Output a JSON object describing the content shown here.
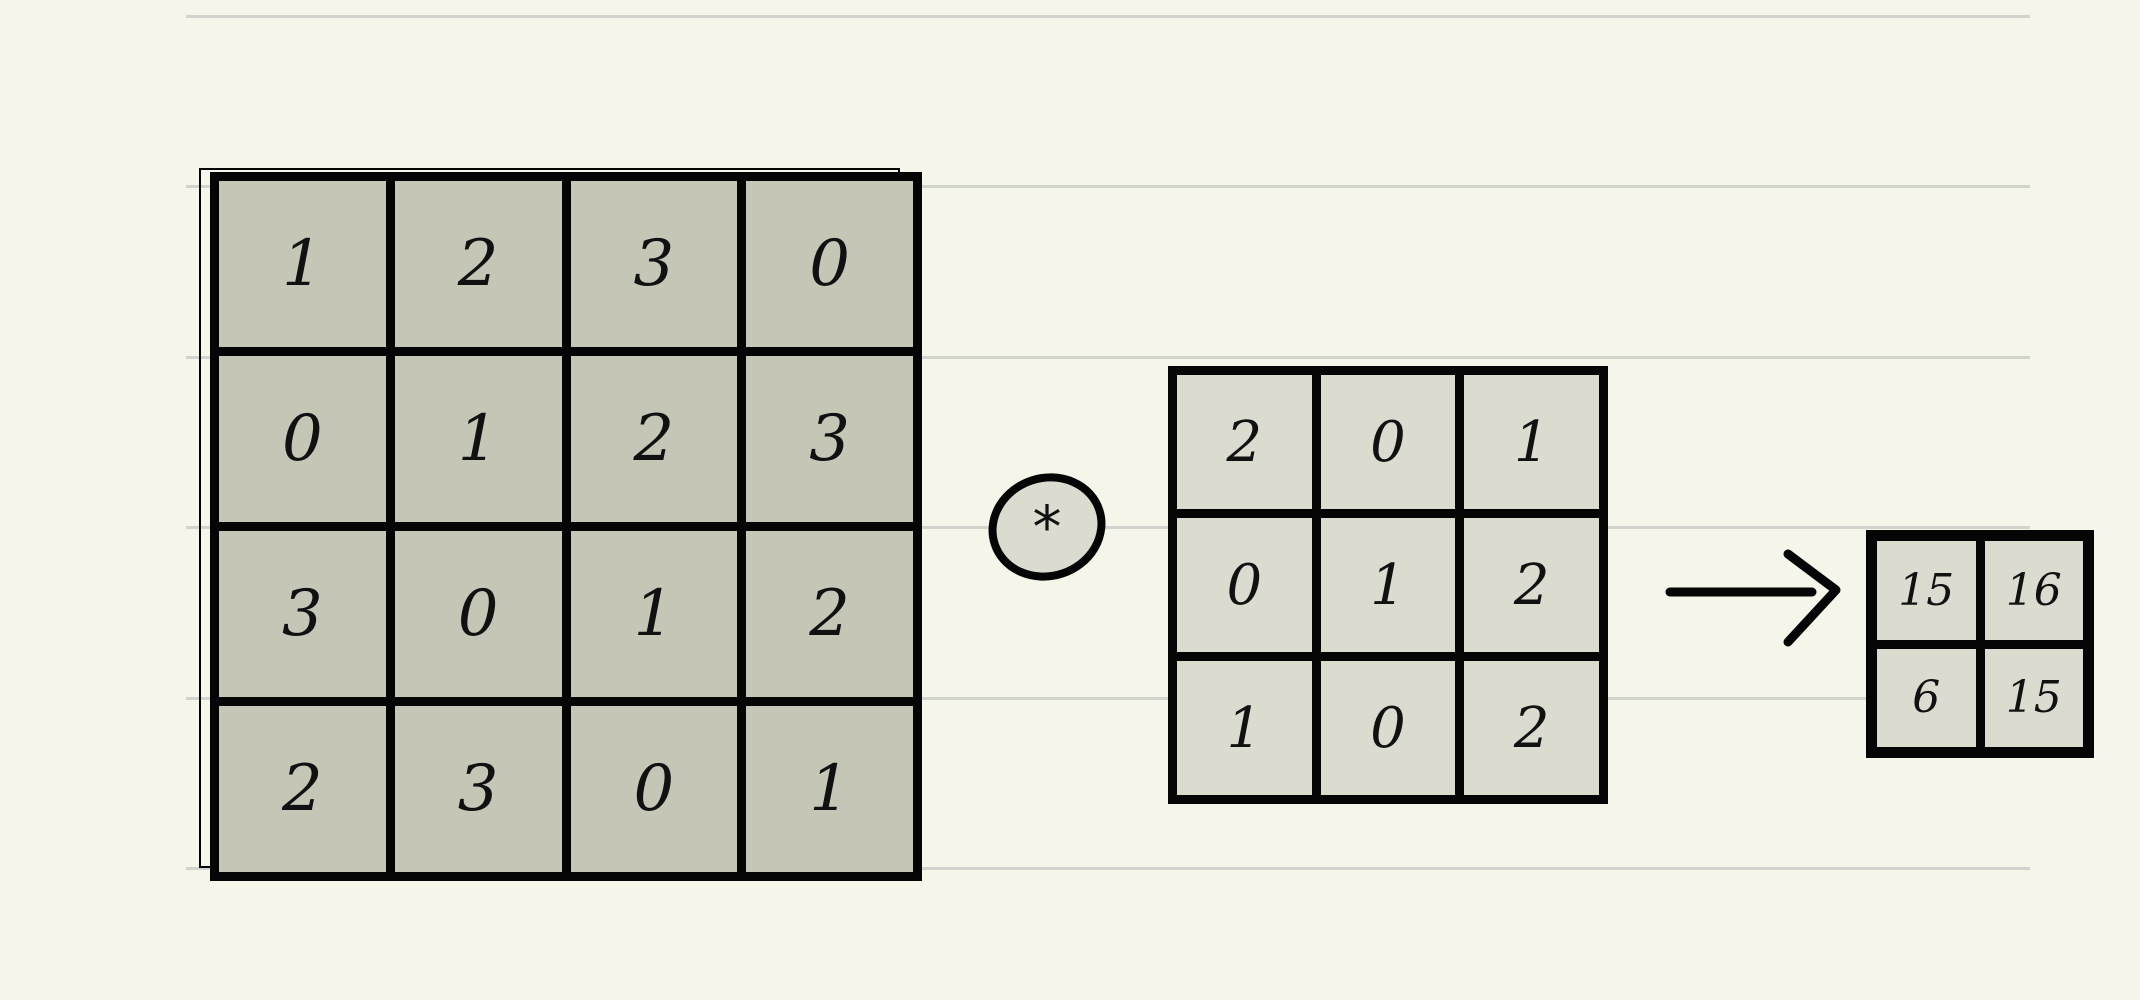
{
  "input_matrix": [
    [
      "1",
      "2",
      "3",
      "0"
    ],
    [
      "0",
      "1",
      "2",
      "3"
    ],
    [
      "3",
      "0",
      "1",
      "2"
    ],
    [
      "2",
      "3",
      "0",
      "1"
    ]
  ],
  "operator_symbol": "*",
  "kernel_matrix": [
    [
      "2",
      "0",
      "1"
    ],
    [
      "0",
      "1",
      "2"
    ],
    [
      "1",
      "0",
      "2"
    ]
  ],
  "output_matrix": [
    [
      "15",
      "16"
    ],
    [
      "6",
      "15"
    ]
  ],
  "colors": {
    "paper": "#f6f5e9",
    "ink": "#050505",
    "input_fill": "#c6c6b7",
    "kernel_fill": "#dcdbcf",
    "ruled_line": "#d2d3cc"
  }
}
